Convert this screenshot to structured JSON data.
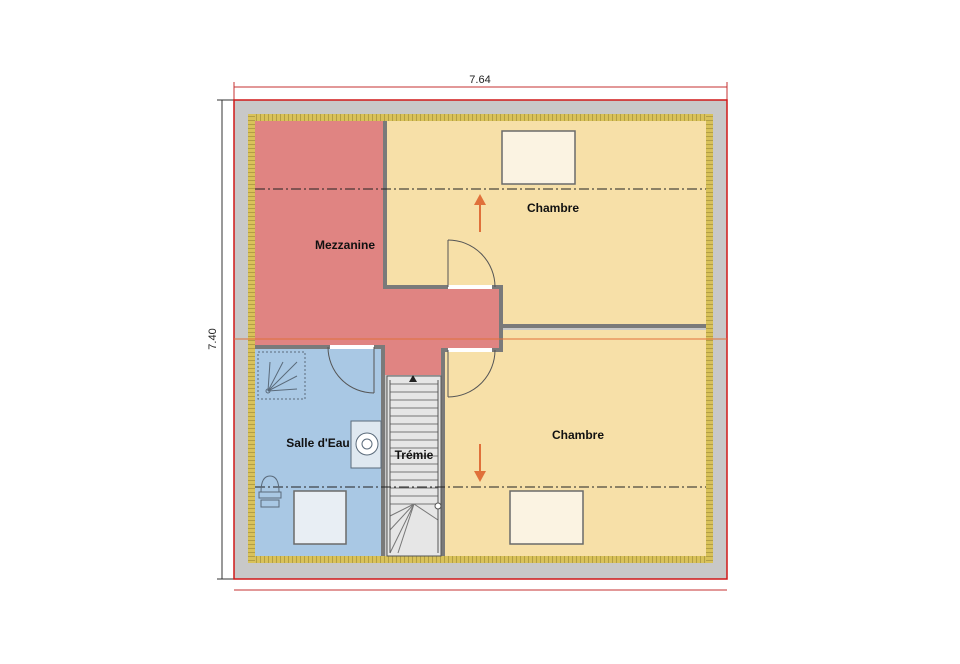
{
  "dimensions": {
    "width_label": "7.64",
    "height_label": "7.40"
  },
  "rooms": {
    "mezzanine": "Mezzanine",
    "chambre_top": "Chambre",
    "chambre_bottom": "Chambre",
    "salle_eau": "Salle d'Eau",
    "tremie": "Trémie"
  },
  "colors": {
    "outer_wall": "#c8c8c8",
    "insulation": "#d9c25a",
    "bedroom": "#f7e0a8",
    "mezzanine": "#e08482",
    "bathroom": "#a9c8e4",
    "stair": "#e6e6e6",
    "wall": "#7a7a7a",
    "arrow": "#e0703a",
    "frame": "#d01818"
  }
}
